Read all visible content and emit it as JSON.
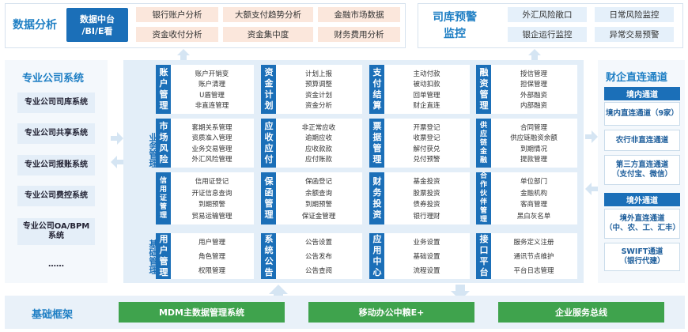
{
  "top_left": {
    "title": "数据分析",
    "highlight": "数据中台\n/BI/E看",
    "chips": [
      "银行账户分析",
      "大额支付趋势分析",
      "金融市场数据",
      "资金收付分析",
      "资金集中度",
      "财务费用分析"
    ]
  },
  "top_right": {
    "title": "司库预警\n监控",
    "chips": [
      "外汇风险敞口",
      "日常风险监控",
      "银企运行监控",
      "异常交易预警"
    ]
  },
  "left": {
    "title": "专业公司系统",
    "items": [
      "专业公司司库系统",
      "专业公司共享系统",
      "专业公司报账系统",
      "专业公司费控系统",
      "专业公司OA/BPM\n系统",
      "……"
    ]
  },
  "right": {
    "title": "财企直连通道",
    "domestic_header": "境内通道",
    "domestic_items": [
      "境内直连通道（9家）",
      "农行非直连通道",
      "第三方直连通道\n（支付宝、微信）"
    ],
    "overseas_header": "境外通道",
    "overseas_items": [
      "境外直连通道\n（中、农、工、汇丰）",
      "SWIFT通道\n（银行代建）"
    ]
  },
  "center": {
    "side_labels": [
      "业务管理",
      "基础管理"
    ],
    "modules": [
      {
        "label": "账户管理",
        "items": [
          "账户开销变",
          "账户清理",
          "U盾管理",
          "非直连管理"
        ]
      },
      {
        "label": "资金计划",
        "items": [
          "计划上报",
          "预算调整",
          "资金计划",
          "资金分析"
        ]
      },
      {
        "label": "支付结算",
        "items": [
          "主动付款",
          "被动扣款",
          "回单管理",
          "财企直连"
        ]
      },
      {
        "label": "融资管理",
        "items": [
          "授信管理",
          "担保管理",
          "外部融资",
          "内部融资"
        ]
      },
      {
        "label": "市场风险",
        "items": [
          "套期关系管理",
          "资质准入管理",
          "业务交易管理",
          "外汇风险管理"
        ]
      },
      {
        "label": "应收应付",
        "items": [
          "非正常应收",
          "逾期应收",
          "应收款款",
          "应付账款"
        ]
      },
      {
        "label": "票据管理",
        "items": [
          "开票登记",
          "收票登记",
          "解付获兑",
          "兑付预警"
        ]
      },
      {
        "label": "供应链金融",
        "items": [
          "合同管理",
          "供应链融资余额",
          "到期情况",
          "提款管理"
        ]
      },
      {
        "label": "信用证管理",
        "items": [
          "信用证登记",
          "开证信息查询",
          "到期预警",
          "贸易运输管理"
        ]
      },
      {
        "label": "保函管理",
        "items": [
          "保函登记",
          "余额查询",
          "到期预警",
          "保证金管理"
        ]
      },
      {
        "label": "财务投资",
        "items": [
          "基金投资",
          "股票投资",
          "债券投资",
          "银行理财"
        ]
      },
      {
        "label": "合作伙伴管理",
        "items": [
          "单位部门",
          "金融机构",
          "客商管理",
          "黑白灰名单"
        ]
      },
      {
        "label": "用户管理",
        "items": [
          "用户管理",
          "角色管理",
          "权限管理"
        ]
      },
      {
        "label": "系统公告",
        "items": [
          "公告设置",
          "公告发布",
          "公告查阅"
        ]
      },
      {
        "label": "应用中心",
        "items": [
          "业务设置",
          "基础设置",
          "流程设置"
        ]
      },
      {
        "label": "接口平台",
        "items": [
          "服务定义注册",
          "通讯节点维护",
          "平台日志管理"
        ]
      }
    ]
  },
  "bottom": {
    "title": "基础框架",
    "bars": [
      "MDM主数据管理系统",
      "移动办公中粮E+",
      "企业服务总线"
    ]
  },
  "colors": {
    "accent": "#1b6fb8",
    "title": "#1f7fc4",
    "chip_orange": "#fbe7dc",
    "chip_blue": "#e5f0fa",
    "green": "#3fa34d",
    "arrow": "#d5e5f3"
  }
}
